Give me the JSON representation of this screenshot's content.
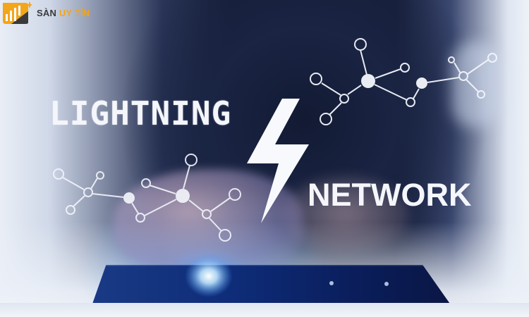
{
  "brand": {
    "name_part1": "SÀN",
    "name_part2": "UY TÍN",
    "colors": {
      "dark": "#3a3a3a",
      "accent": "#f3a51b"
    }
  },
  "headline": {
    "word1": "LIGHTNING",
    "word2": "NETWORK",
    "symbol": "lightning-bolt"
  },
  "colors": {
    "text": "#f4f6fb",
    "background_dark": "#151d38",
    "glow": "#5fb4ff"
  }
}
